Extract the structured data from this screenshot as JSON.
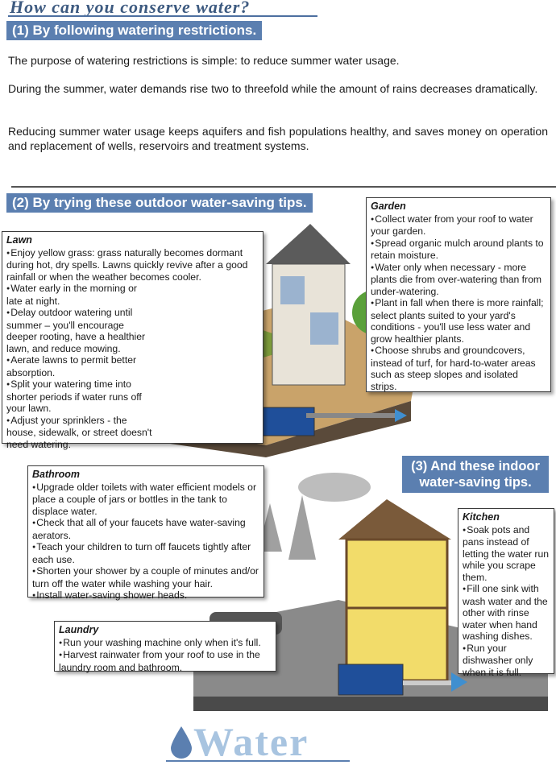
{
  "page": {
    "title": "How can you conserve water?",
    "section1": {
      "heading": "(1) By following watering restrictions.",
      "paragraphs": [
        "The purpose of watering restrictions is simple: to reduce summer water usage.",
        "During the summer,  water demands rise two to threefold while the amount of rains decreases dramatically.",
        "Reducing summer water usage keeps aquifers and fish populations healthy, and saves money on operation and replacement of wells, reservoirs and treatment systems."
      ]
    },
    "section2": {
      "heading": "(2) By trying these outdoor water-saving tips.",
      "lawn": {
        "title": "Lawn",
        "items": [
          "Enjoy yellow grass: grass naturally becomes dormant during hot, dry spells. Lawns quickly revive after a good rainfall or when the weather becomes cooler.",
          "Water early in the morning or late at night.",
          "Delay outdoor watering until summer – you'll encourage deeper rooting, have a healthier lawn, and reduce mowing.",
          "Aerate lawns to permit better absorption.",
          "Split your watering time into shorter periods if water runs off your lawn.",
          "Adjust your sprinklers - the house, sidewalk, or street doesn't need watering."
        ]
      },
      "garden": {
        "title": "Garden",
        "items": [
          "Collect water from your roof to water your garden.",
          "Spread organic mulch around plants to retain moisture.",
          "Water only when necessary - more plants die from over-watering than from under-watering.",
          "Plant in fall when there is more rainfall; select plants suited to your yard's conditions - you'll use less water and grow healthier plants.",
          "Choose shrubs and groundcovers, instead of turf, for hard-to-water areas such as steep slopes and isolated strips."
        ]
      }
    },
    "section3": {
      "heading": "(3) And these indoor water-saving tips.",
      "bathroom": {
        "title": "Bathroom",
        "items": [
          "Upgrade older toilets with water efficient models or place a couple of jars or bottles in the tank to displace water.",
          "Check that all of your faucets have water-saving aerators.",
          "Teach your children to turn off faucets tightly after each use.",
          "Shorten your shower by a couple of minutes and/or turn off the water while washing your hair.",
          "Install water-saving shower heads."
        ]
      },
      "laundry": {
        "title": "Laundry",
        "items": [
          "Run your washing machine only when it's full.",
          "Harvest rainwater from your roof to use in the laundry room and bathroom."
        ]
      },
      "kitchen": {
        "title": "Kitchen",
        "items": [
          "Soak pots and pans instead of letting the water run while you scrape them.",
          "Fill one sink with wash water and the other with rinse water when hand washing dishes.",
          "Run your dishwasher only when it is full."
        ]
      }
    },
    "footer": {
      "logo_text": "Water"
    },
    "colors": {
      "accent": "#5b7fb0",
      "title": "#3d5a80",
      "logo": "#a8c4e0"
    }
  }
}
